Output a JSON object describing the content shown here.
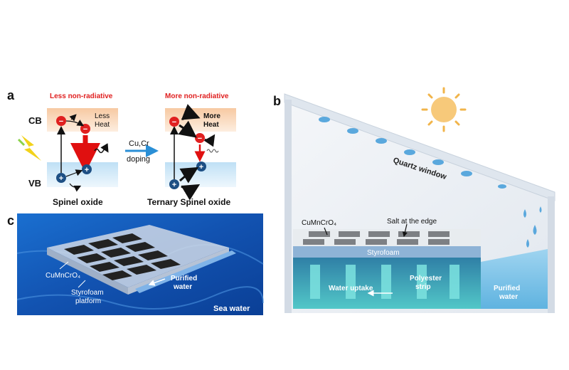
{
  "panel_a": {
    "label": "a",
    "less_title": "Less non-radiative",
    "more_title": "More non-radiative",
    "cb": "CB",
    "vb": "VB",
    "less_heat": [
      "Less",
      "Heat"
    ],
    "more_heat": [
      "More",
      "Heat"
    ],
    "doping_top": "Cu,Cr",
    "doping_bottom": "doping",
    "left_caption": "Spinel oxide",
    "right_caption": "Ternary Spinel oxide",
    "electron_sign": "−",
    "hole_sign": "+",
    "title_color": "#e02020"
  },
  "panel_b": {
    "label": "b",
    "quartz": "Quartz window",
    "material": "CuMnCrO₄",
    "salt": "Salt at the edge",
    "styrofoam": "Styrofoam",
    "water_uptake": "Water uptake",
    "polyester": [
      "Polyester",
      "strip"
    ],
    "purified": [
      "Purified",
      "water"
    ]
  },
  "panel_c": {
    "label": "c",
    "material": "CuMnCrO₄",
    "platform": [
      "Styrofoam",
      "platform"
    ],
    "purified": [
      "Purified",
      "water"
    ],
    "sea": "Sea water"
  }
}
